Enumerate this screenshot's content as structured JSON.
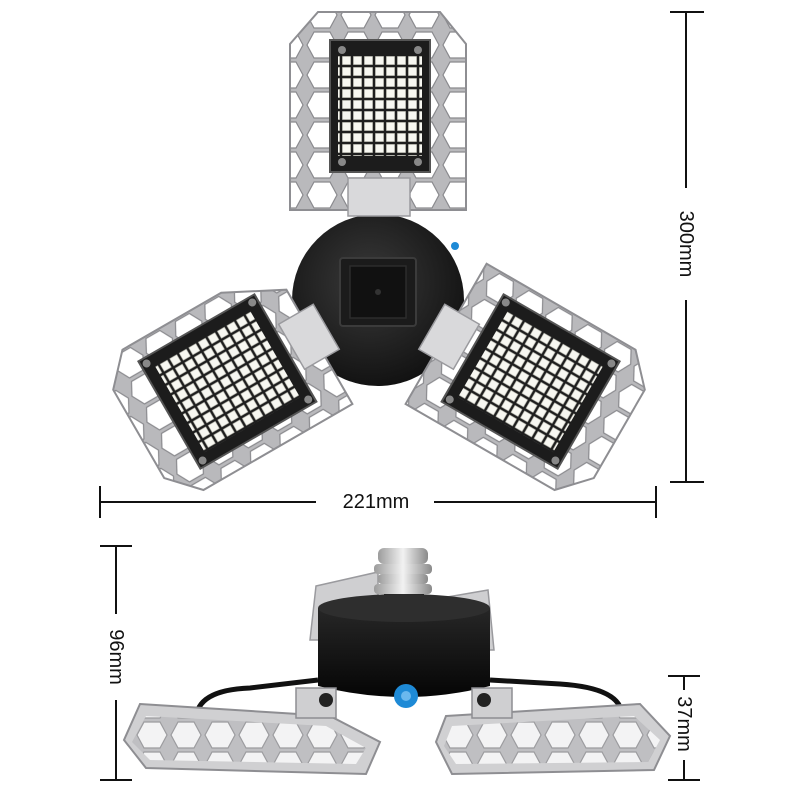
{
  "dimensions": {
    "height": "300mm",
    "width": "221mm",
    "side_height": "96mm",
    "panel_height": "37mm"
  },
  "colors": {
    "panel": "#c7c7c9",
    "panel_edge": "#8e8e92",
    "hub": "#151515",
    "led": "#f4f4ee",
    "led_board": "#1c1c1c",
    "accent_button": "#1e8ad6",
    "base_metal": "#e0e0e0"
  },
  "icons": {
    "top_view": "three-panel-led-light-top-view",
    "side_view": "three-panel-led-light-side-view"
  }
}
